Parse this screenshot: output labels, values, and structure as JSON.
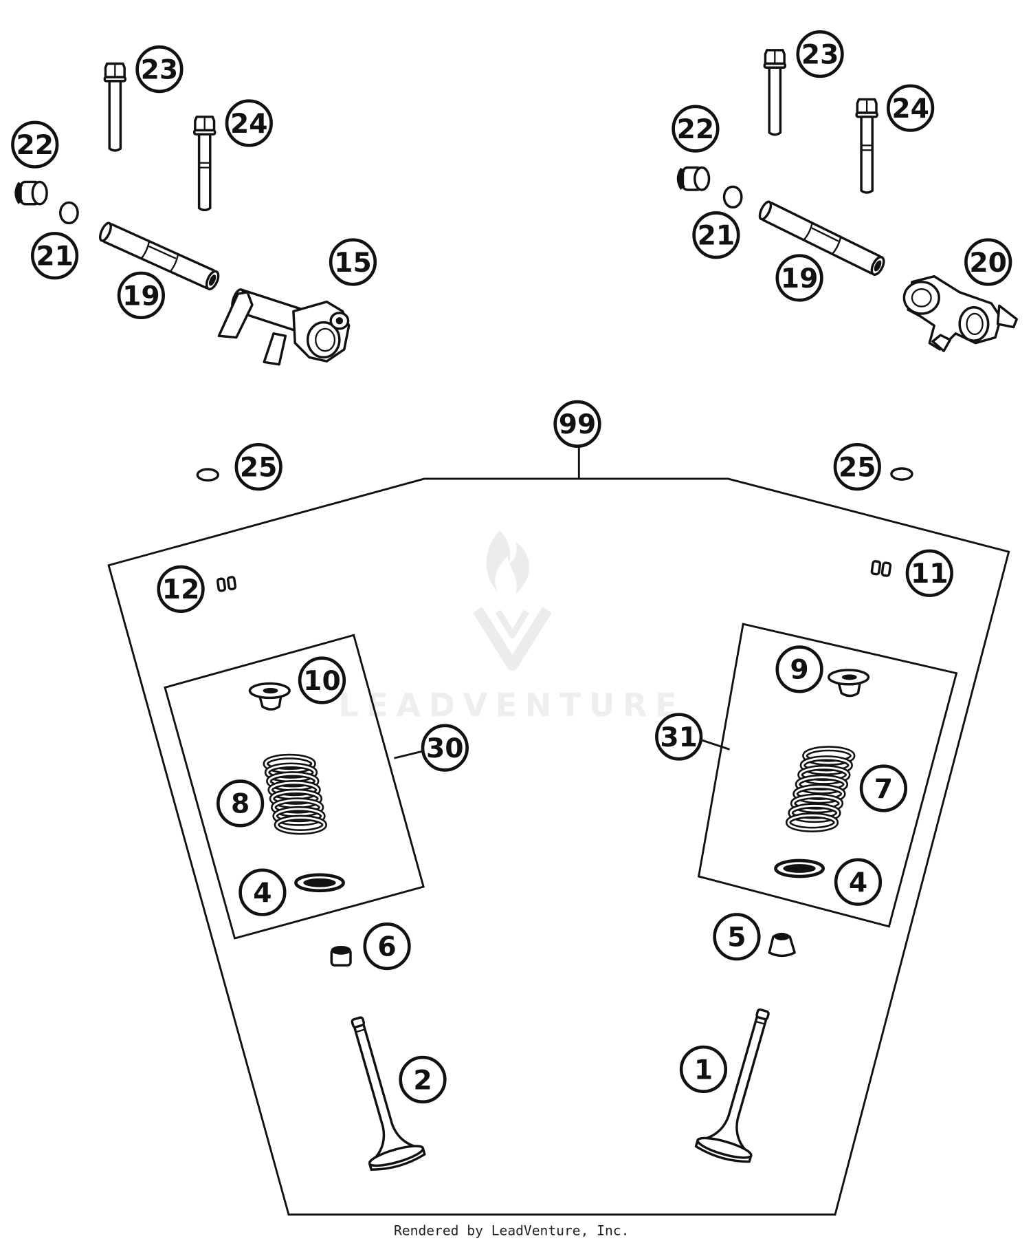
{
  "callouts": [
    {
      "label": "23"
    },
    {
      "label": "24"
    },
    {
      "label": "22"
    },
    {
      "label": "21"
    },
    {
      "label": "19"
    },
    {
      "label": "15"
    },
    {
      "label": "23"
    },
    {
      "label": "24"
    },
    {
      "label": "22"
    },
    {
      "label": "21"
    },
    {
      "label": "19"
    },
    {
      "label": "20"
    },
    {
      "label": "99"
    },
    {
      "label": "25"
    },
    {
      "label": "25"
    },
    {
      "label": "12"
    },
    {
      "label": "11"
    },
    {
      "label": "10"
    },
    {
      "label": "9"
    },
    {
      "label": "30"
    },
    {
      "label": "31"
    },
    {
      "label": "8"
    },
    {
      "label": "7"
    },
    {
      "label": "4"
    },
    {
      "label": "4"
    },
    {
      "label": "6"
    },
    {
      "label": "5"
    },
    {
      "label": "2"
    },
    {
      "label": "1"
    }
  ],
  "watermark": {
    "text": "LEADVENTURE"
  },
  "footer": {
    "text": "Rendered by LeadVenture, Inc."
  }
}
